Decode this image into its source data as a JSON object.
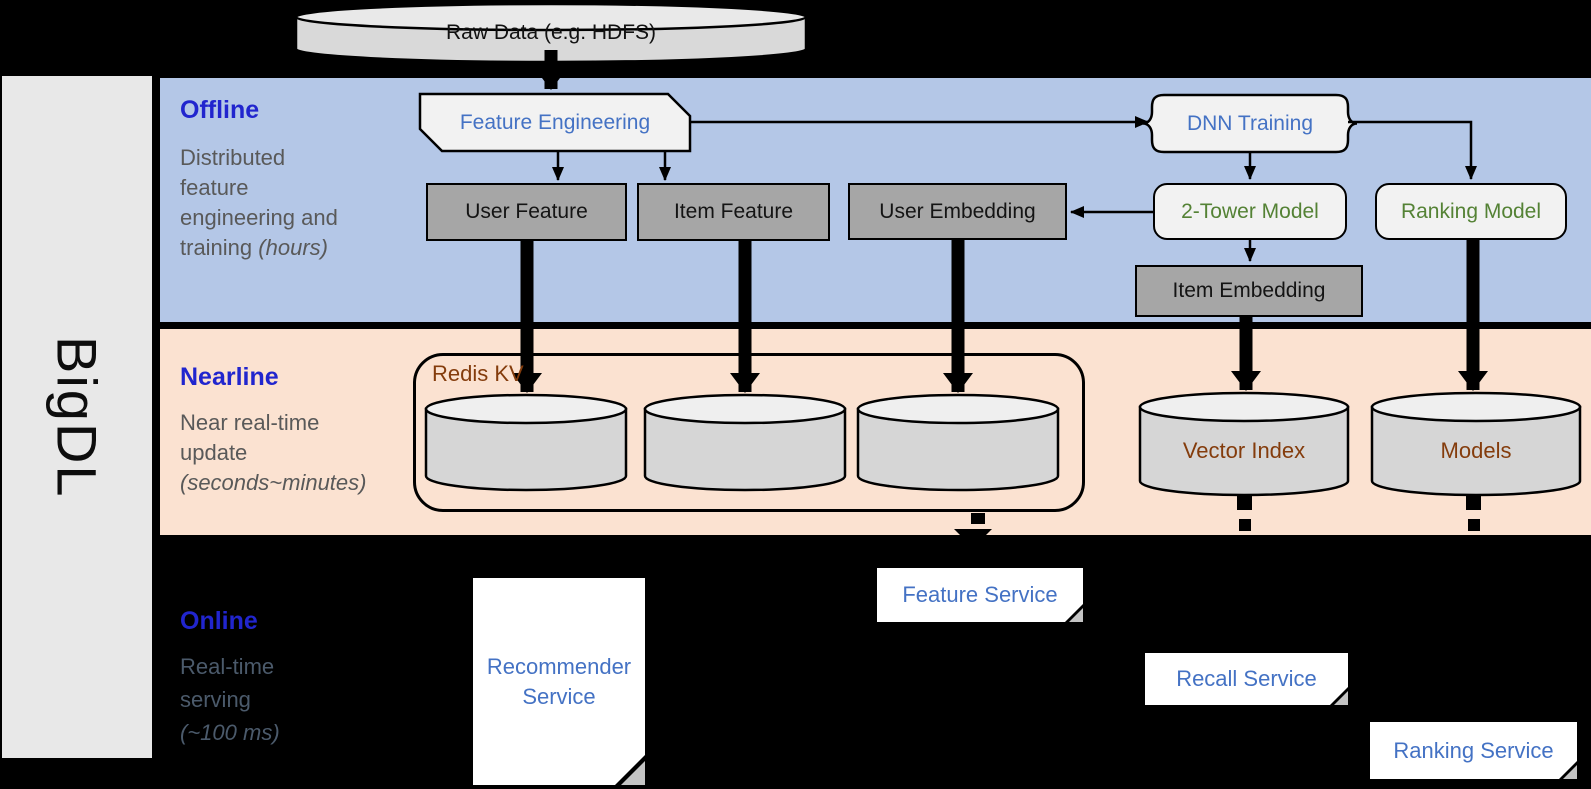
{
  "sidebar": {
    "label": "BigDL"
  },
  "source": {
    "label": "Raw Data (e.g. HDFS)"
  },
  "bands": {
    "offline": {
      "title": "Offline",
      "desc_line1": "Distributed",
      "desc_line2": "feature",
      "desc_line3": "engineering and",
      "desc_line4": "training",
      "desc_note": "(hours)"
    },
    "nearline": {
      "title": "Nearline",
      "desc_line1": "Near real-time",
      "desc_line2": "update",
      "desc_note": "(seconds~minutes)"
    },
    "online": {
      "title": "Online",
      "desc_line1": "Real-time",
      "desc_line2": "serving",
      "desc_note": "(~100 ms)"
    }
  },
  "offline_nodes": {
    "feature_engineering": "Feature Engineering",
    "dnn_training": "DNN Training",
    "user_feature": "User Feature",
    "item_feature": "Item Feature",
    "user_embedding": "User Embedding",
    "two_tower_model": "2-Tower Model",
    "ranking_model": "Ranking Model",
    "item_embedding": "Item Embedding"
  },
  "nearline_nodes": {
    "redis_group": "Redis KV",
    "vector_index": "Vector Index",
    "models": "Models"
  },
  "online_nodes": {
    "recommender_service": "Recommender Service",
    "feature_service": "Feature Service",
    "recall_service": "Recall Service",
    "ranking_service": "Ranking Service"
  },
  "colors": {
    "accent_blue": "#4472C4",
    "heading_blue": "#2125CE",
    "green": "#548235",
    "brown": "#843C0C",
    "offline_band": "#B4C7E7",
    "nearline_band": "#FBE2D1",
    "online_background": "#000000",
    "gray_node": "#A6A6A6",
    "light_node": "#F2F2F2",
    "cylinder_fill": "#D6D6D6",
    "sidebar_fill": "#E8E8E8",
    "desc_gray": "#595959",
    "online_desc_gray": "#4B5A6B"
  }
}
